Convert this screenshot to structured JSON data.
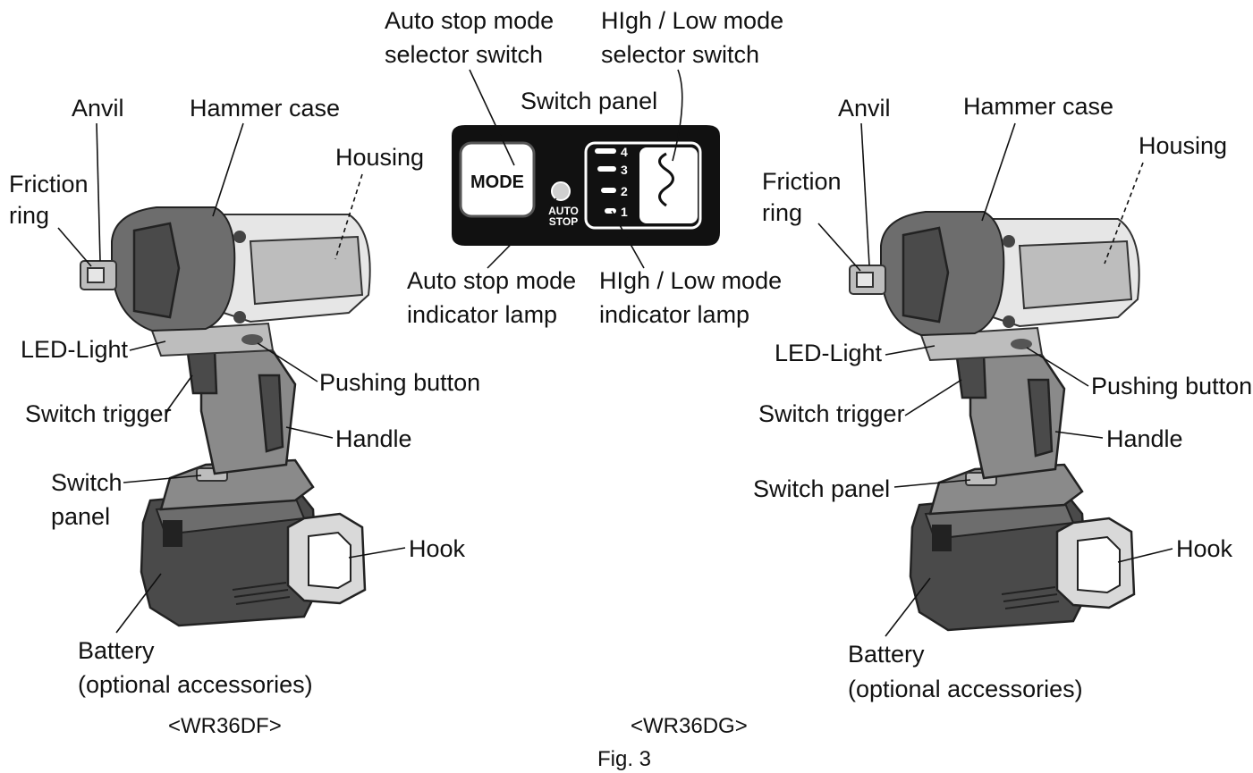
{
  "panel": {
    "title": "Switch panel",
    "auto_stop_selector": [
      "Auto stop mode",
      "selector switch"
    ],
    "high_low_selector": [
      "HIgh / Low mode",
      "selector switch"
    ],
    "auto_stop_lamp": [
      "Auto stop mode",
      "indicator lamp"
    ],
    "high_low_lamp": [
      "HIgh / Low mode",
      "indicator lamp"
    ],
    "mode_button": "MODE",
    "auto_stop_text": [
      "AUTO",
      "STOP"
    ],
    "levels": [
      "4",
      "3",
      "2",
      "1"
    ]
  },
  "left_tool": {
    "caption": "<WR36DF>",
    "anvil": "Anvil",
    "hammer_case": "Hammer case",
    "housing": "Housing",
    "friction_ring": [
      "Friction",
      "ring"
    ],
    "led_light": "LED-Light",
    "pushing_button": "Pushing button",
    "switch_trigger": "Switch trigger",
    "handle": "Handle",
    "switch_panel": [
      "Switch",
      "panel"
    ],
    "hook": "Hook",
    "battery": [
      "Battery",
      "(optional accessories)"
    ]
  },
  "right_tool": {
    "caption": "<WR36DG>",
    "anvil": "Anvil",
    "hammer_case": "Hammer case",
    "housing": "Housing",
    "friction_ring": [
      "Friction",
      "ring"
    ],
    "led_light": "LED-Light",
    "pushing_button": "Pushing button",
    "switch_trigger": "Switch trigger",
    "handle": "Handle",
    "switch_panel": "Switch panel",
    "hook": "Hook",
    "battery": [
      "Battery",
      "(optional accessories)"
    ]
  },
  "figure_caption": "Fig. 3"
}
